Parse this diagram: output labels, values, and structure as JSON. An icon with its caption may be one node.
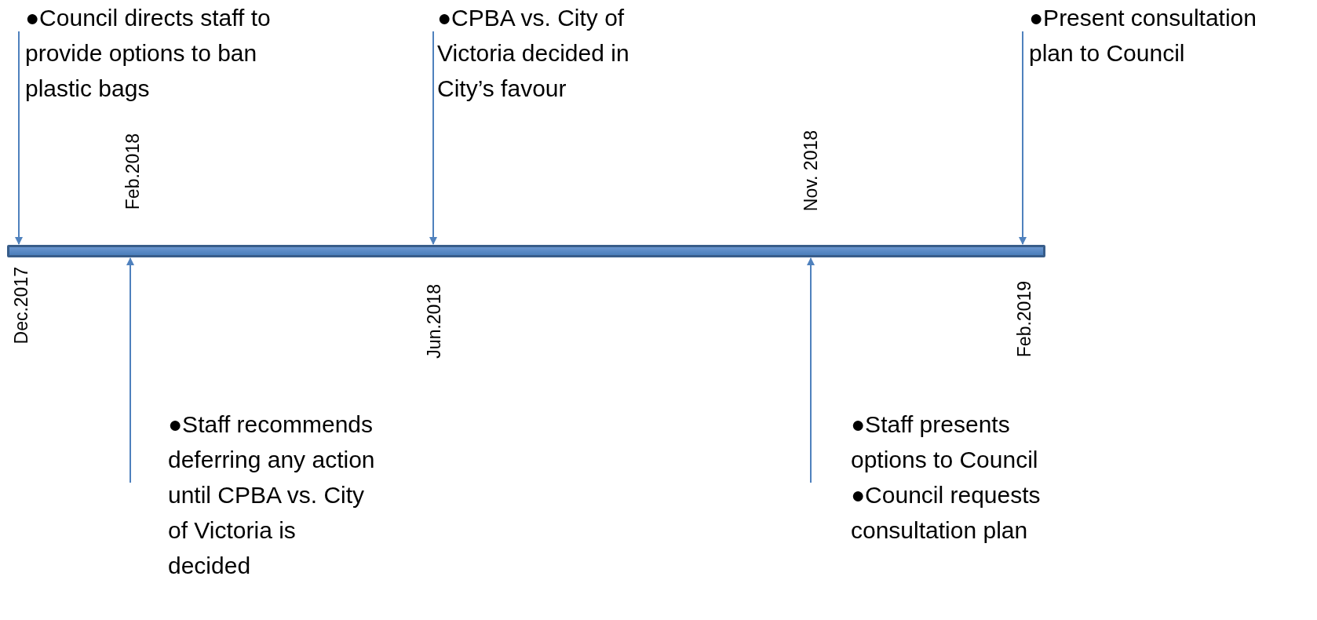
{
  "diagram": {
    "nodes": [
      {
        "text": [
          "●Council directs staff to provide options to ban plastic bags"
        ]
      },
      {
        "text": [
          "●CPBA vs. City of Victoria decided in City’s favour"
        ]
      },
      {
        "text": [
          "●Present consultation plan to Council"
        ]
      },
      {
        "text": [
          "●Staff recommends deferring any action until CPBA vs. City of Victoria is decided"
        ]
      },
      {
        "text": [
          "●Staff presents options to Council",
          "●Council requests consultation plan"
        ]
      },
      {
        "text": [],
        "shape": "bar"
      }
    ],
    "edges": [
      {
        "from": 0,
        "to": 5,
        "arrow": "to"
      },
      {
        "from": 1,
        "to": 5,
        "arrow": "to"
      },
      {
        "from": 2,
        "to": 5,
        "arrow": "to"
      },
      {
        "from": 3,
        "to": 5,
        "arrow": "to"
      },
      {
        "from": 4,
        "to": 5,
        "arrow": "to"
      }
    ],
    "labels": [
      "Dec.2017",
      "Feb.2018",
      "Jun.2018",
      "Nov. 2018",
      "Feb.2019"
    ]
  }
}
